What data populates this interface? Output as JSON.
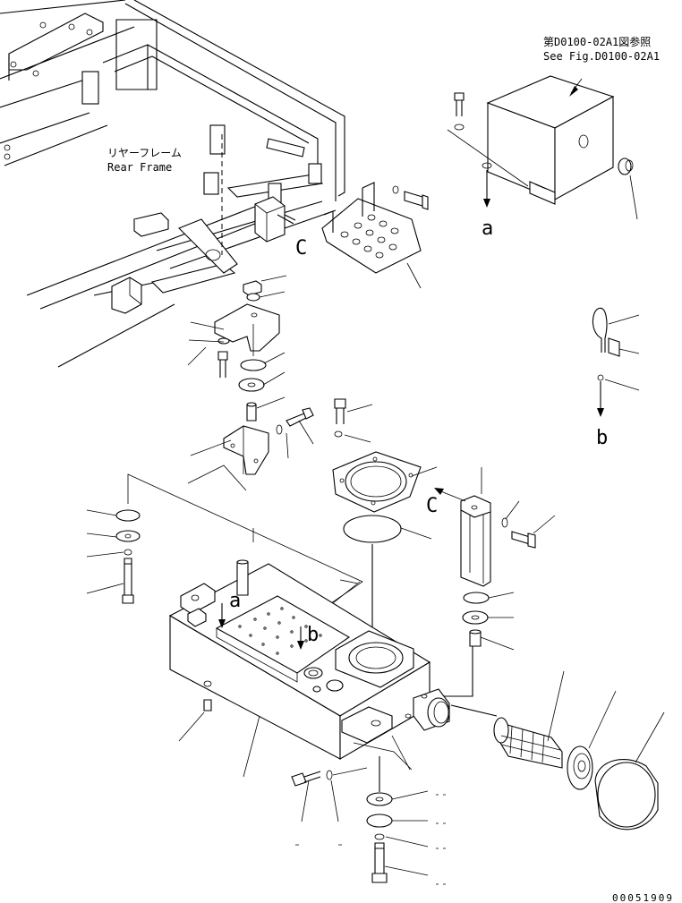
{
  "labels": {
    "rear_frame_jp": "リヤーフレーム",
    "rear_frame_en": "Rear Frame",
    "ref_jp": "第D0100-02A1図参照",
    "ref_en": "See Fig.D0100-02A1",
    "conn_a_1": "a",
    "conn_a_2": "a",
    "conn_b_1": "b",
    "conn_b_2": "b",
    "conn_c_1": "C",
    "conn_c_2": "C",
    "drawing_number": "00051909"
  }
}
